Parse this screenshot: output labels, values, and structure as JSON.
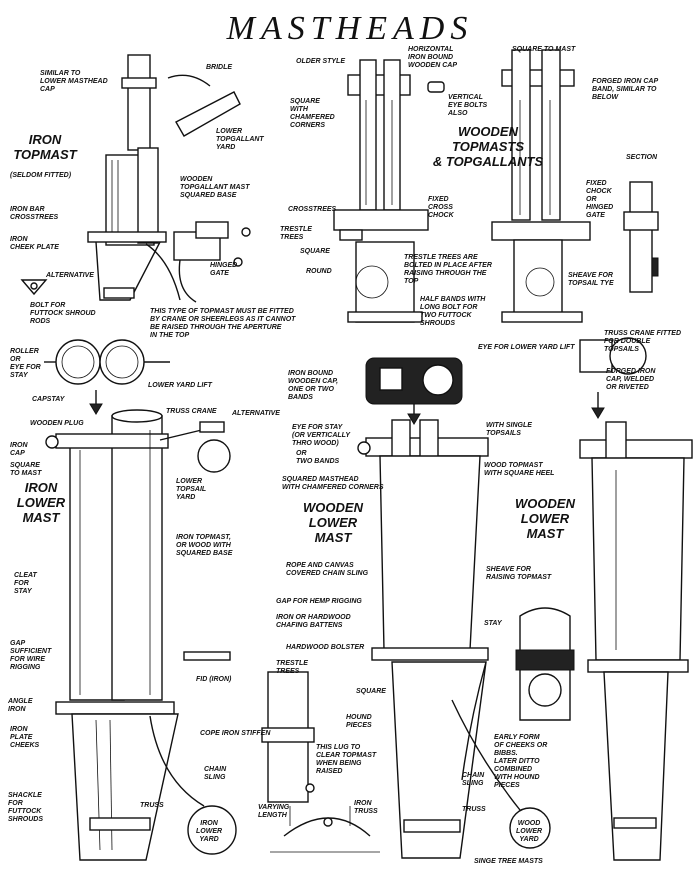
{
  "title": "MASTHEADS",
  "headings": {
    "iron_topmast": "IRON\nTOPMAST",
    "seldom_fitted": "(SELDOM FITTED)",
    "wooden_topmasts": "WOODEN\nTOPMASTS\n& TOPGALLANTS",
    "iron_lower_mast": "IRON\nLOWER\nMAST",
    "wooden_lower_mast_a": "WOODEN\nLOWER\nMAST",
    "wooden_lower_mast_b": "WOODEN\nLOWER\nMAST",
    "section": "SECTION"
  },
  "labels": {
    "similar_lower_masthead_cap": "SIMILAR TO\nLOWER MASTHEAD\nCAP",
    "bridle": "BRIDLE",
    "lower_topgallant_yard": "LOWER\nTOPGALLANT\nYARD",
    "wooden_topgallant_mast": "WOODEN\nTOPGALLANT MAST\nSQUARED BASE",
    "iron_bar_crosstrees": "IRON BAR\nCROSSTREES",
    "iron_cheek_plate": "IRON\nCHEEK PLATE",
    "alternative_1": "ALTERNATIVE",
    "bolt_futtock": "BOLT FOR\nFUTTOCK SHROUD\nRODS",
    "hinged_gate": "HINGED\nGATE",
    "topmast_note": "THIS TYPE OF TOPMAST MUST BE FITTED\nBY CRANE OR SHEERLEGS AS IT CANNOT\nBE RAISED THROUGH THE APERTURE\nIN THE TOP",
    "older_style": "OLDER STYLE",
    "horizontal_iron_bound": "HORIZONTAL\nIRON BOUND\nWOODEN CAP",
    "vertical_eyebolts": "VERTICAL\nEYE BOLTS\nALSO",
    "square_chamfered": "SQUARE\nWITH\nCHAMFERED\nCORNERS",
    "square_to_mast_1": "SQUARE TO MAST",
    "forged_iron_cap_band": "FORGED IRON CAP\nBAND, SIMILAR TO\nBELOW",
    "crosstrees": "CROSSTREES",
    "trestle_trees_1": "TRESTLE\nTREES",
    "fixed_cross_chock": "FIXED\nCROSS\nCHOCK",
    "fixed_chock_hinged": "FIXED\nCHOCK\nOR\nHINGED\nGATE",
    "square_1": "SQUARE",
    "round": "ROUND",
    "trestle_note": "TRESTLE TREES ARE\nBOLTED IN PLACE AFTER\nRAISING THROUGH THE\nTOP",
    "sheave_topsail_tye": "SHEAVE FOR\nTOPSAIL TYE",
    "half_bands": "HALF BANDS WITH\nLONG BOLT FOR\nTWO FUTTOCK\nSHROUDS",
    "roller_eye_stay": "ROLLER\nOR\nEYE FOR\nSTAY",
    "capstay": "CAPSTAY",
    "lower_yard_lift": "LOWER YARD LIFT",
    "wooden_plug": "WOODEN PLUG",
    "truss_crane": "TRUSS CRANE",
    "alternative_2": "ALTERNATIVE",
    "iron_cap": "IRON\nCAP",
    "square_to_mast_2": "SQUARE\nTO MAST",
    "lower_topsail_yard": "LOWER\nTOPSAIL\nYARD",
    "eye_lower_yard_lift": "EYE FOR LOWER YARD LIFT",
    "iron_bound_wooden_cap": "IRON BOUND\nWOODEN CAP,\nONE OR TWO\nBANDS",
    "eye_for_stay": "EYE FOR STAY\n(OR VERTICALLY\nTHRO WOOD)",
    "or_two_bands": "OR\nTWO BANDS",
    "truss_crane_double": "TRUSS CRANE FITTED\nFOR DOUBLE\nTOPSAILS",
    "forged_iron_cap_welded": "FORGED IRON\nCAP, WELDED\nOR RIVETED",
    "with_single_topsails": "WITH SINGLE\nTOPSAILS",
    "wood_topmast_square_heel": "WOOD TOPMAST\nWITH SQUARE HEEL",
    "squared_masthead": "SQUARED MASTHEAD\nWITH CHAMFERED CORNERS",
    "iron_topmast_or_wood": "IRON TOPMAST,\nOR WOOD WITH\nSQUARED BASE",
    "cleat_for_stay": "CLEAT\nFOR\nSTAY",
    "rope_canvas": "ROPE AND CANVAS\nCOVERED CHAIN SLING",
    "sheave_raising": "SHEAVE FOR\nRAISING TOPMAST",
    "gap_hemp": "GAP FOR HEMP RIGGING",
    "iron_hardwood_chafing": "IRON OR HARDWOOD\nCHAFING BATTENS",
    "stay": "STAY",
    "gap_sufficient": "GAP\nSUFFICIENT\nFOR WIRE\nRIGGING",
    "hardwood_bolster": "HARDWOOD BOLSTER",
    "trestle_trees_2": "TRESTLE\nTREES",
    "fid_iron": "FID (IRON)",
    "angle_iron": "ANGLE\nIRON",
    "square_2": "SQUARE",
    "hound_pieces": "HOUND\nPIECES",
    "iron_plate_cheeks": "IRON\nPLATE\nCHEEKS",
    "cope_iron_stiffen": "COPE IRON STIFFEN",
    "lug_note": "THIS LUG TO\nCLEAR TOPMAST\nWHEN BEING\nRAISED",
    "early_form": "EARLY FORM\nOF CHEEKS OR\nBIBBS.\nLATER DITTO\nCOMBINED\nWITH HOUND\nPIECES",
    "chain_sling_1": "CHAIN\nSLING",
    "chain_sling_2": "CHAIN\nSLING",
    "shackle_futtock": "SHACKLE\nFOR\nFUTTOCK\nSHROUDS",
    "truss_1": "TRUSS",
    "truss_2": "TRUSS",
    "iron_lower_yard": "IRON\nLOWER\nYARD",
    "wood_lower_yard": "WOOD\nLOWER\nYARD",
    "varying_length": "VARYING\nLENGTH",
    "iron_truss": "IRON\nTRUSS",
    "singe_tree_masts": "SINGE TREE MASTS"
  }
}
